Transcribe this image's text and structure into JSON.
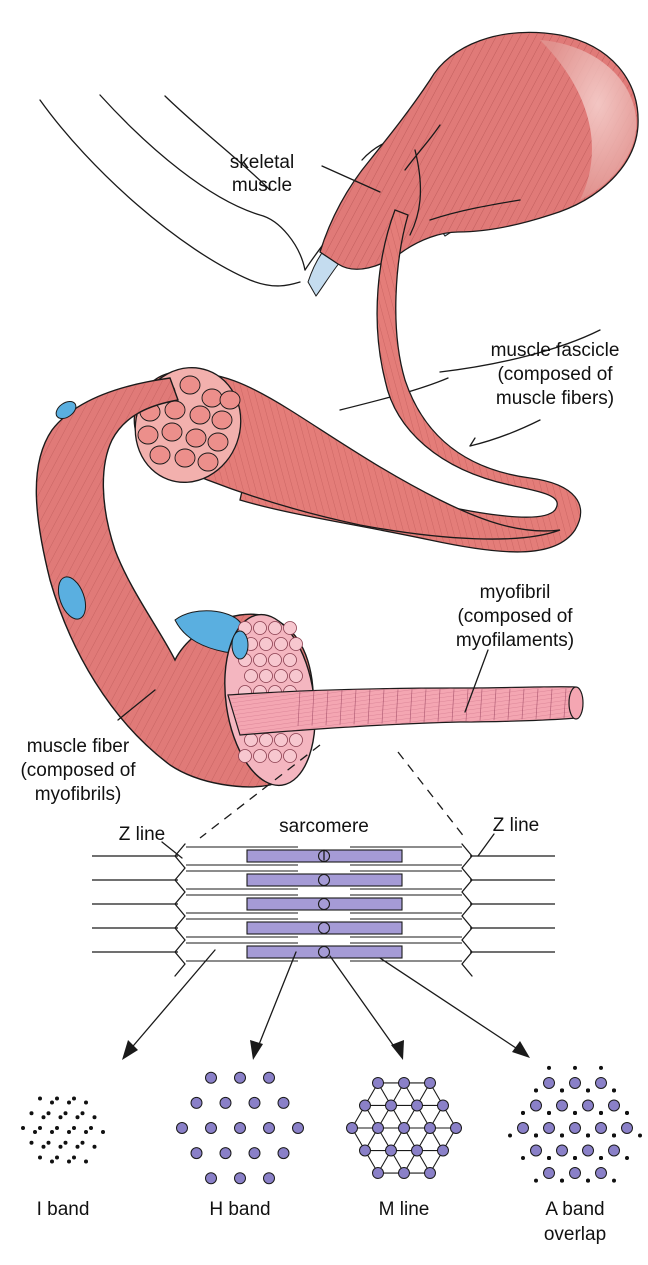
{
  "labels": {
    "skeletal_muscle": [
      "skeletal",
      "muscle"
    ],
    "muscle_fascicle": [
      "muscle fascicle",
      "(composed of",
      "muscle fibers)"
    ],
    "myofibril": [
      "myofibril",
      "(composed of",
      "myofilaments)"
    ],
    "muscle_fiber": [
      "muscle fiber",
      "(composed of",
      "myofibrils)"
    ],
    "sarcomere": "sarcomere",
    "z_line_left": "Z line",
    "z_line_right": "Z line",
    "i_band": "I band",
    "h_band": "H band",
    "m_line": "M line",
    "a_band_overlap": [
      "A band",
      "overlap"
    ]
  },
  "colors": {
    "muscle_red": "#e07a78",
    "muscle_dark": "#c9504f",
    "fascicle_red": "#e47d79",
    "fiber_pink": "#f4a6b2",
    "nucleus_blue": "#5aafe0",
    "tendon_blue": "#c4dcef",
    "myosin_purple": "#a59bd6",
    "dot_purple": "#8a80c8"
  }
}
